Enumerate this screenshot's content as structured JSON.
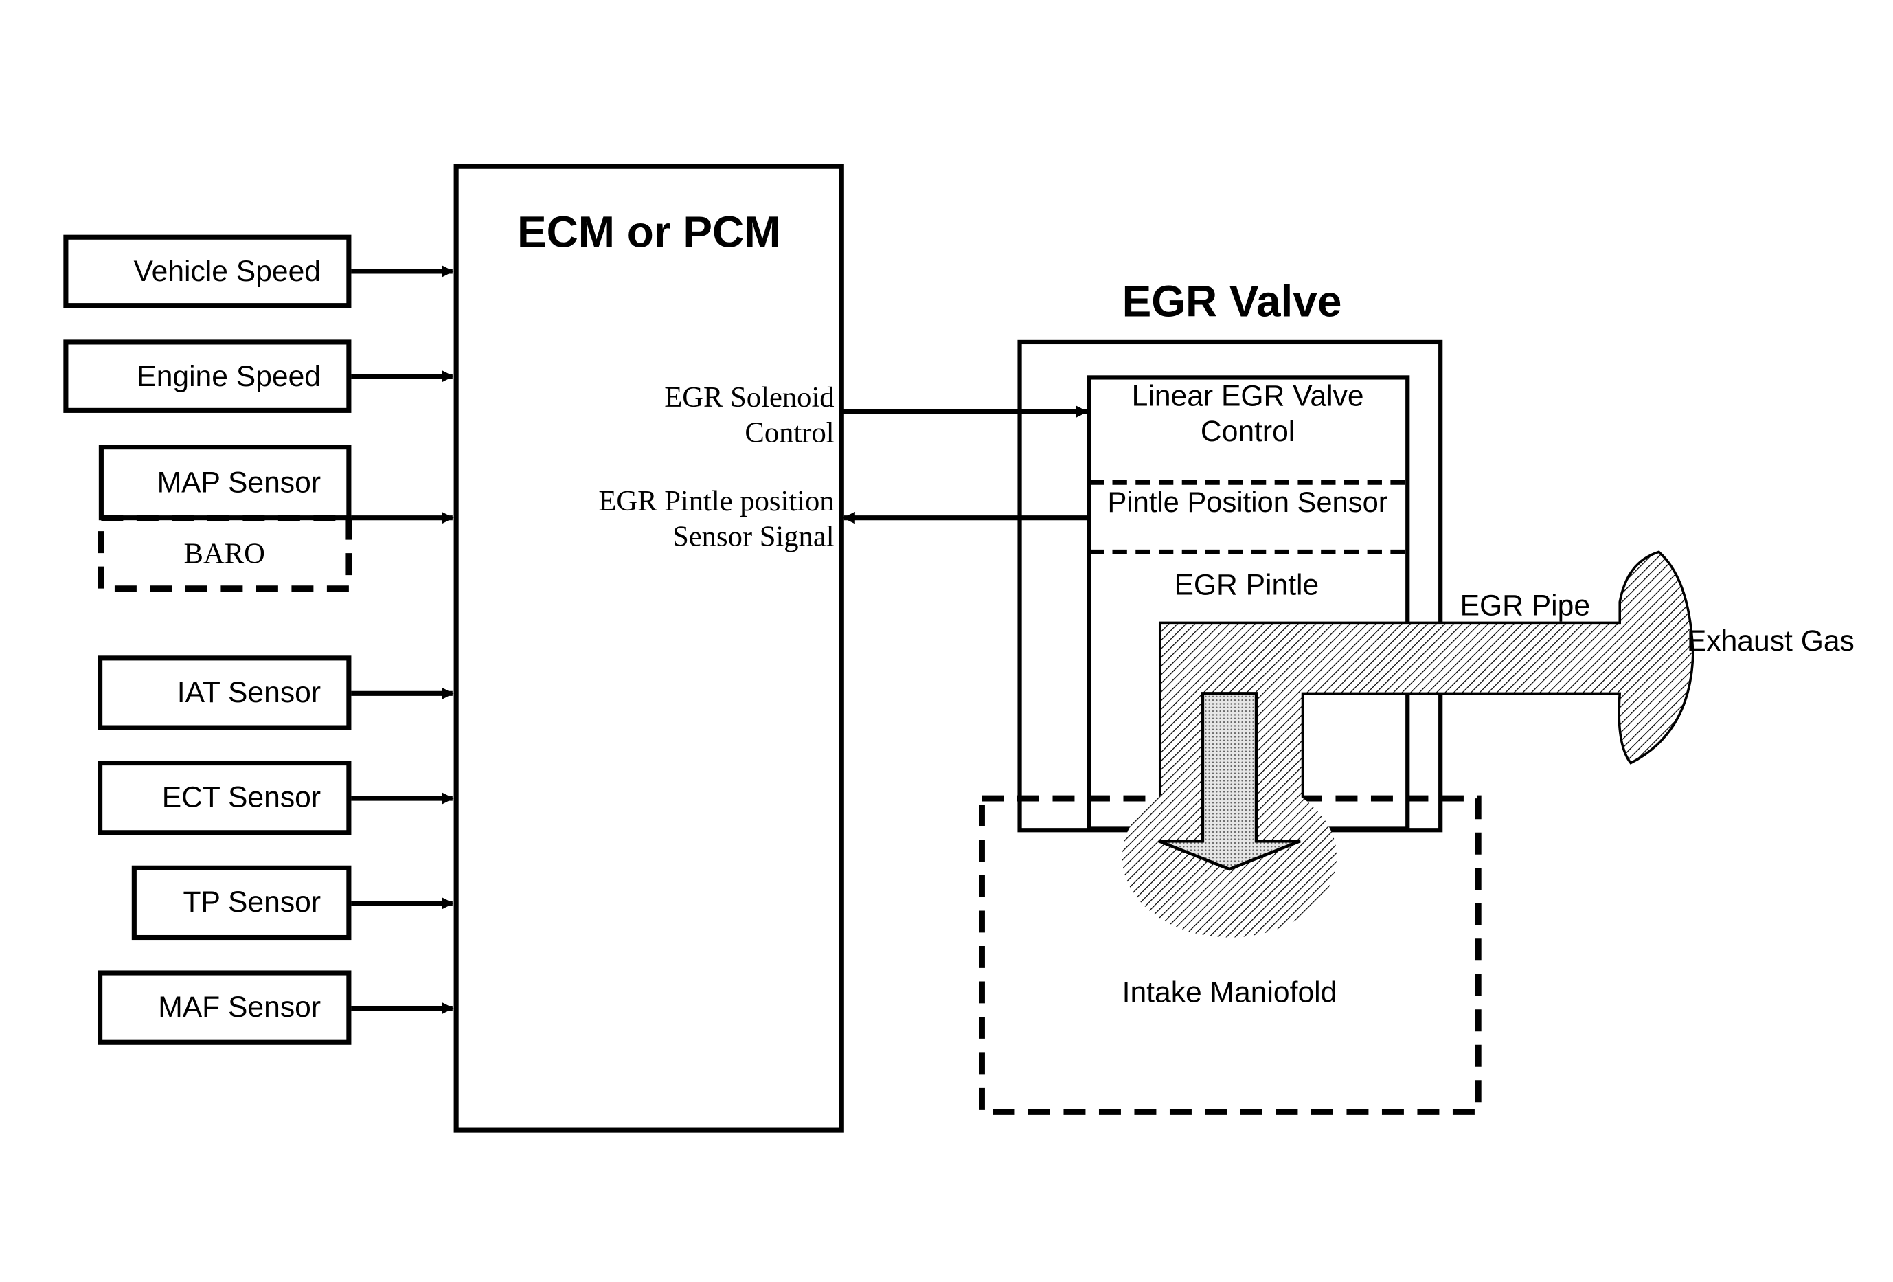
{
  "ecm": {
    "title": "ECM or PCM"
  },
  "inputs": {
    "vehicle_speed": "Vehicle Speed",
    "engine_speed": "Engine Speed",
    "map_sensor": "MAP Sensor",
    "baro": "BARO",
    "iat_sensor": "IAT Sensor",
    "ect_sensor": "ECT Sensor",
    "tp_sensor": "TP Sensor",
    "maf_sensor": "MAF Sensor"
  },
  "signals": {
    "solenoid_line1": "EGR Solenoid",
    "solenoid_line2": "Control",
    "pintle_line1": "EGR Pintle position",
    "pintle_line2": "Sensor Signal"
  },
  "egr_valve": {
    "title": "EGR Valve",
    "control_line1": "Linear EGR Valve",
    "control_line2": "Control",
    "pintle_sensor": "Pintle Position Sensor",
    "pintle": "EGR Pintle"
  },
  "flow": {
    "pipe": "EGR Pipe",
    "exhaust": "Exhaust Gas",
    "manifold": "Intake Maniofold"
  }
}
